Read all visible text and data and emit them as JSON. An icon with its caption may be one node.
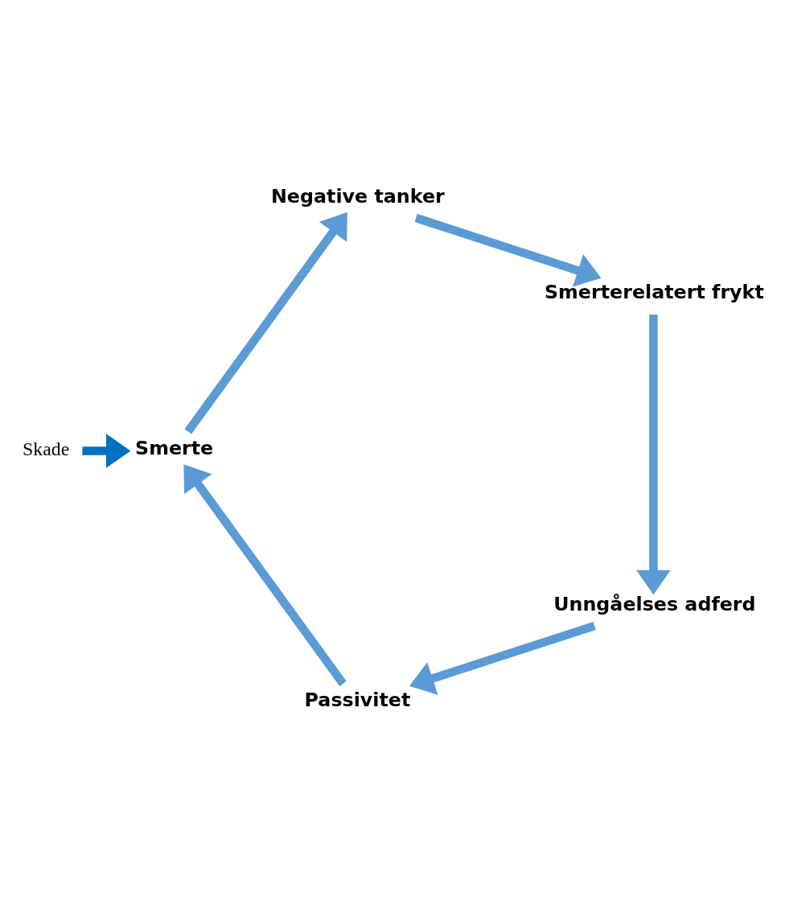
{
  "diagram": {
    "nodes": [
      {
        "text": [
          "Skade"
        ]
      },
      {
        "text": [
          "Smerte"
        ]
      },
      {
        "text": [
          "Negative tanker"
        ]
      },
      {
        "text": [
          "Smerterelatert frykt"
        ]
      },
      {
        "text": [
          "Unngåelses adferd"
        ]
      },
      {
        "text": [
          "Passivitet"
        ]
      }
    ],
    "edges": [
      {
        "from": 0,
        "to": 1,
        "arrow": "to",
        "color": "#0070c0"
      },
      {
        "from": 1,
        "to": 2,
        "arrow": "to"
      },
      {
        "from": 2,
        "to": 3,
        "arrow": "to"
      },
      {
        "from": 3,
        "to": 4,
        "arrow": "to"
      },
      {
        "from": 4,
        "to": 5,
        "arrow": "to"
      },
      {
        "from": 5,
        "to": 1,
        "arrow": "to"
      }
    ]
  }
}
